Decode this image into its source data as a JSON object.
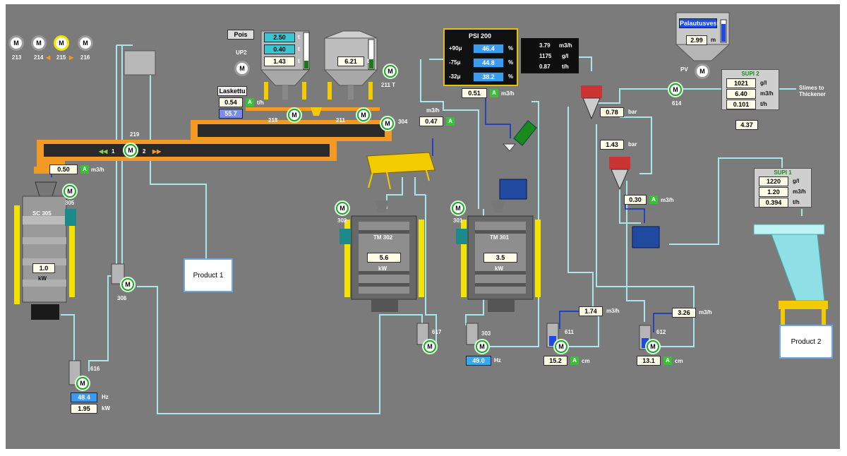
{
  "motors_top": {
    "ids": [
      "213",
      "214",
      "215",
      "216"
    ],
    "symbol": "M",
    "arrow": "◀",
    "arrow_right": "▶"
  },
  "pois": {
    "label": "Pois",
    "values": [
      "2.50",
      "0.40",
      "1.43"
    ],
    "unit": "t"
  },
  "bin_up2": {
    "label": "UP2"
  },
  "bin_211": {
    "value": "6.21",
    "unit": "t",
    "motor_label": "211 T"
  },
  "laskettu": {
    "label": "Laskettu",
    "value": "0.54",
    "unit": "t/h",
    "value2": "55.7"
  },
  "conveyors": {
    "c218": "218",
    "c211": "211",
    "c304": "304",
    "c219": "219",
    "seg1": "1",
    "seg2": "2"
  },
  "sc305": {
    "title": "SC 305",
    "motor_label": "305",
    "power": "1.0",
    "power_unit": "kW"
  },
  "flow_feed": {
    "value": "0.50",
    "unit": "m3/h"
  },
  "psi200": {
    "title": "PSI 200",
    "rows": [
      {
        "label": "+90μ",
        "value": "46.4",
        "unit": "%"
      },
      {
        "label": "-75μ",
        "value": "44.8",
        "unit": "%"
      },
      {
        "label": "-32μ",
        "value": "38.2",
        "unit": "%"
      }
    ],
    "flow": "0.51",
    "flow_unit": "m3/h"
  },
  "flowinfo": {
    "rows": [
      {
        "value": "3.79",
        "unit": "m3/h"
      },
      {
        "value": "1175",
        "unit": "g/l"
      },
      {
        "value": "0.87",
        "unit": "t/h"
      }
    ]
  },
  "screen_flow": {
    "value": "0.47",
    "unit": "m3/h"
  },
  "tm302": {
    "title": "TM 302",
    "power": "5.6",
    "unit": "kW",
    "motor_label": "302"
  },
  "tm301": {
    "title": "TM 301",
    "power": "3.5",
    "unit": "kW",
    "motor_label": "301"
  },
  "pump308": {
    "label": "308"
  },
  "pump616": {
    "label": "616",
    "hz": "48.4",
    "hz_unit": "Hz",
    "kw": "1.95",
    "kw_unit": "kW"
  },
  "pump617": {
    "label": "617"
  },
  "pump303": {
    "label": "303",
    "hz": "49.0",
    "hz_unit": "Hz"
  },
  "pump611": {
    "label": "611",
    "level": "15.2",
    "unit": "cm",
    "flow": "1.74",
    "flow_unit": "m3/h"
  },
  "pump612": {
    "label": "612",
    "level": "13.1",
    "unit": "cm",
    "flow": "3.26",
    "flow_unit": "m3/h"
  },
  "palautusvesi": {
    "label": "Palautusvesi",
    "value": "2.99",
    "unit": "m",
    "pv_label": "PV"
  },
  "cyclones": {
    "p1": "0.78",
    "p2": "1.43",
    "unit": "bar"
  },
  "motor614": {
    "label": "614"
  },
  "supi2": {
    "title": "SUPI 2",
    "rows": [
      {
        "value": "1021",
        "unit": "g/l"
      },
      {
        "value": "6.40",
        "unit": "m3/h"
      },
      {
        "value": "0.101",
        "unit": "t/h"
      }
    ],
    "extra": "4.37",
    "note": "Slimes to Thickener"
  },
  "supi1": {
    "title": "SUPI 1",
    "rows": [
      {
        "value": "1220",
        "unit": "g/l"
      },
      {
        "value": "1.20",
        "unit": "m3/h"
      },
      {
        "value": "0.394",
        "unit": "t/h"
      }
    ]
  },
  "sump_flow": {
    "value": "0.30",
    "unit": "m3/h"
  },
  "products": {
    "p1": "Product 1",
    "p2": "Product 2"
  },
  "misc": {
    "a": "A"
  },
  "colors": {
    "background": "#7b7b7b",
    "pipe": "#a9e6ea",
    "motor_green": "#22a52a",
    "panel_border": "#e8c200",
    "value_blue": "#3a9cf0"
  }
}
